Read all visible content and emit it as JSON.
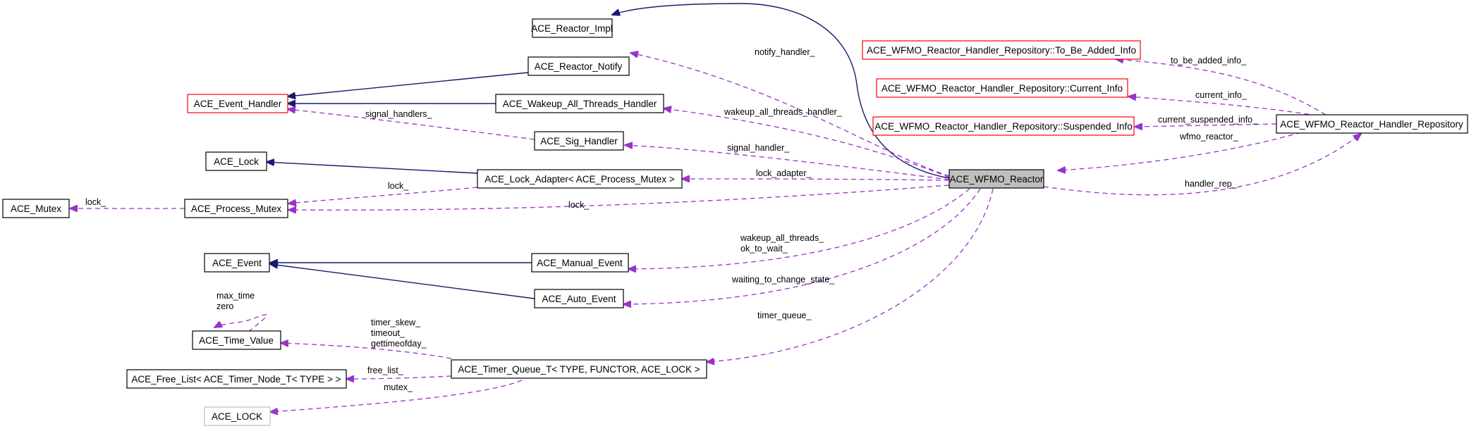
{
  "colors": {
    "normal_border": "#000000",
    "truncated_border": "#ff0000",
    "undocumented_border": "#bfbfbf",
    "focus_fill": "#bfbfbf",
    "inheritance_edge": "#191970",
    "usage_edge": "#9a32cd"
  },
  "nodes": {
    "ace_wfmo_reactor": "ACE_WFMO_Reactor",
    "ace_reactor_impl": "ACE_Reactor_Impl",
    "ace_reactor_notify": "ACE_Reactor_Notify",
    "ace_event_handler": "ACE_Event_Handler",
    "ace_wakeup_all_threads_handler": "ACE_Wakeup_All_Threads_Handler",
    "ace_sig_handler": "ACE_Sig_Handler",
    "ace_lock": "ACE_Lock",
    "ace_lock_adapter": "ACE_Lock_Adapter< ACE_Process_Mutex >",
    "ace_mutex": "ACE_Mutex",
    "ace_process_mutex": "ACE_Process_Mutex",
    "ace_event": "ACE_Event",
    "ace_manual_event": "ACE_Manual_Event",
    "ace_auto_event": "ACE_Auto_Event",
    "ace_time_value": "ACE_Time_Value",
    "ace_free_list": "ACE_Free_List< ACE_Timer_Node_T< TYPE > >",
    "ace_timer_queue_t": "ACE_Timer_Queue_T< TYPE, FUNCTOR, ACE_LOCK >",
    "ace_lock_param": "ACE_LOCK",
    "to_be_added_info": "ACE_WFMO_Reactor_Handler_Repository::To_Be_Added_Info",
    "current_info": "ACE_WFMO_Reactor_Handler_Repository::Current_Info",
    "suspended_info": "ACE_WFMO_Reactor_Handler_Repository::Suspended_Info",
    "handler_repository": "ACE_WFMO_Reactor_Handler_Repository"
  },
  "edge_labels": {
    "notify_handler": "notify_handler_",
    "wakeup_all_threads_handler": "wakeup_all_threads_handler_",
    "signal_handlers": "signal_handlers_",
    "signal_handler": "signal_handler_",
    "lock_adapter": "lock_adapter_",
    "lock_on_adapter": "lock_",
    "lock_on_process_mutex": "lock_",
    "mutex_lock": "lock_",
    "manual_event": "wakeup_all_threads_\nok_to_wait_",
    "auto_event": "waiting_to_change_state_",
    "timer_queue": "timer_queue_",
    "time_value_self": "max_time\nzero",
    "time_value": "timer_skew_\ntimeout_\ngettimeofday_",
    "free_list": "free_list_",
    "mutex": "mutex_",
    "to_be_added_info": "to_be_added_info_",
    "current_info": "current_info_",
    "current_suspended_info": "current_suspended_info_",
    "wfmo_reactor": "wfmo_reactor_",
    "handler_rep": "handler_rep_"
  }
}
